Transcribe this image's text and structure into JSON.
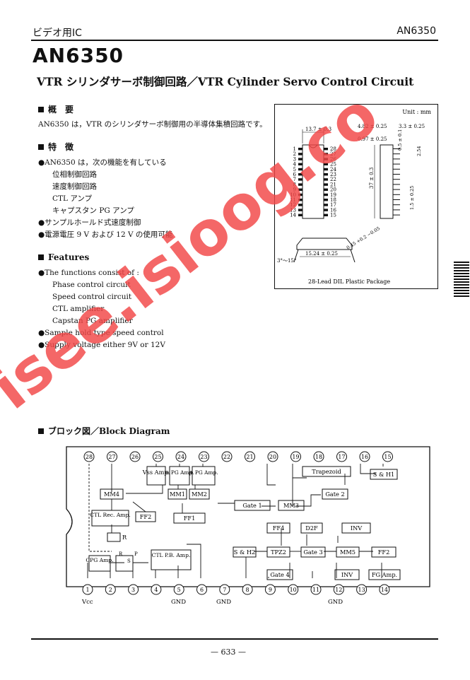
{
  "header": {
    "category": "ビデオ用IC",
    "part_number": "AN6350"
  },
  "title": "AN6350",
  "subtitle": "VTR シリンダサーボ制御回路／VTR Cylinder Servo Control Circuit",
  "overview": {
    "heading": "概　要",
    "text": "AN6350 は，VTR のシリンダサーボ制御用の半導体集積回路です。"
  },
  "features_jp": {
    "heading": "特　徴",
    "items": [
      "●AN6350 は，次の機能を有している",
      "位相制御回路",
      "速度制御回路",
      "CTL アンプ",
      "キャプスタン PG アンプ",
      "●サンプルホールド式速度制御",
      "●電源電圧 9 V および 12 V の使用可能"
    ]
  },
  "features_en": {
    "heading": "Features",
    "items": [
      "●The functions consist of :",
      "Phase control circuit",
      "Speed control circuit",
      "CTL amplifier",
      "Capstan PG amplifier",
      "●Sample hold type speed control",
      "●Supply voltage either 9V or 12V"
    ]
  },
  "package": {
    "unit": "Unit : mm",
    "caption": "28-Lead DIL Plastic Package",
    "dims": [
      "13.7 ± 0.3",
      "4.82 ± 0.25",
      "3.3 ± 0.25",
      "0.97 ± 0.25",
      "0.5 ± 0.1",
      "2.54",
      "37 ± 0.3",
      "1.5 ± 0.25",
      "0.45 +0.2 −0.05",
      "3°〜15°",
      "15.24 ± 0.25"
    ],
    "pins_left": [
      "1",
      "2",
      "3",
      "4",
      "5",
      "6",
      "7",
      "8",
      "9",
      "10",
      "11",
      "12",
      "13",
      "14"
    ],
    "pins_right": [
      "28",
      "27",
      "26",
      "25",
      "24",
      "23",
      "22",
      "21",
      "20",
      "19",
      "18",
      "17",
      "16",
      "15"
    ]
  },
  "block_diagram": {
    "heading": "ブロック図／Block Diagram",
    "top_pins": [
      "28",
      "27",
      "26",
      "25",
      "24",
      "23",
      "22",
      "21",
      "20",
      "19",
      "18",
      "17",
      "16",
      "15"
    ],
    "bottom_pins": [
      "1",
      "2",
      "3",
      "4",
      "5",
      "6",
      "7",
      "8",
      "9",
      "10",
      "11",
      "12",
      "13",
      "14"
    ],
    "labels": {
      "vcc": "Vcc",
      "gnd1": "GND",
      "gnd2": "GND",
      "gnd3": "GND",
      "vss_amp": "Vss Amp.",
      "npg_amp": "⊖ PG Amp.",
      "ppg_amp": "⊕ PG Amp.",
      "trapezoid": "Trapezoid",
      "sh1": "S & H1",
      "mm4": "MM4",
      "mm1": "MM1",
      "mm2": "MM2",
      "gate1": "Gate 1",
      "mm3": "MM3",
      "gate2": "Gate 2",
      "ctl_rec": "CTL Rec. Amp.",
      "ff2a": "FF2",
      "ff1": "FF1",
      "ff4": "FF4",
      "d2f": "D2F",
      "inv1": "INV",
      "r1": "R",
      "r2": "R",
      "s": "S",
      "p": "P",
      "cpg_amp": "CPG Amp.",
      "ctl_pb": "CTL P.B. Amp.",
      "sh2": "S & H2",
      "tpz2": "TPZ2",
      "gate3": "Gate 3",
      "mm5": "MM5",
      "ff2b": "FF2",
      "gate4": "Gate 4",
      "inv2": "INV",
      "fg_amp": "FG Amp."
    }
  },
  "page_number": "— 633 —",
  "watermark": "isee.isioog.co"
}
